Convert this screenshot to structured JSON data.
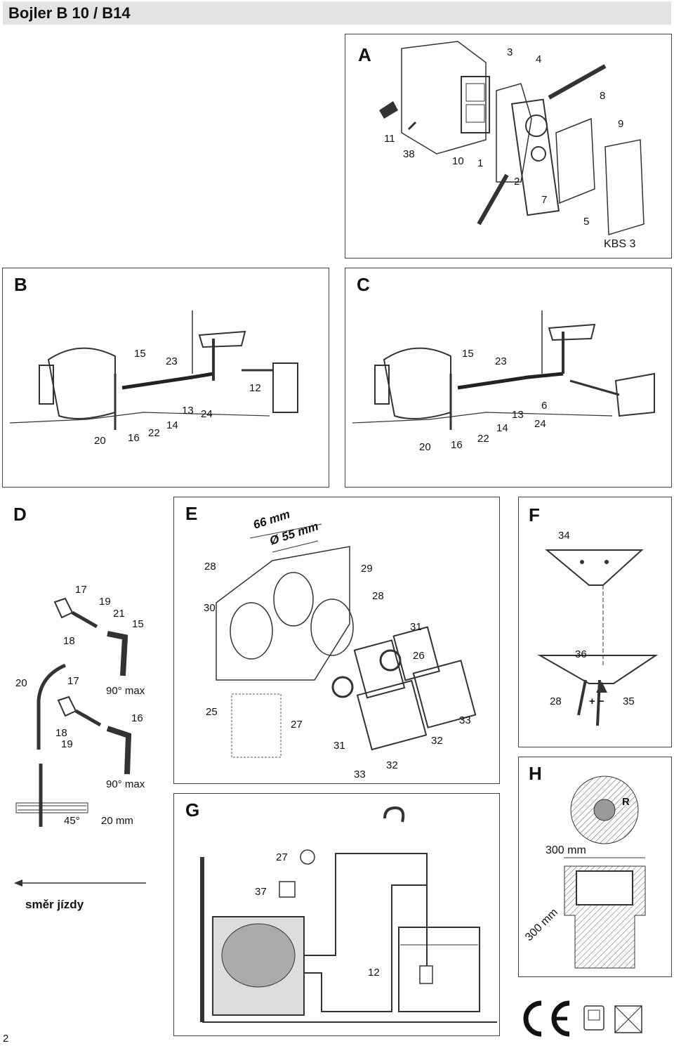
{
  "header": {
    "title": "Bojler B 10 / B14"
  },
  "panels": {
    "A": {
      "label": "A",
      "numbers": [
        "3",
        "4",
        "8",
        "9",
        "11",
        "38",
        "10",
        "1",
        "2",
        "7",
        "5"
      ],
      "caption": "KBS 3"
    },
    "B": {
      "label": "B",
      "numbers": [
        "15",
        "23",
        "12",
        "13",
        "24",
        "14",
        "22",
        "16",
        "20"
      ]
    },
    "C": {
      "label": "C",
      "numbers": [
        "15",
        "23",
        "6",
        "13",
        "24",
        "14",
        "22",
        "16",
        "20"
      ]
    },
    "D": {
      "label": "D",
      "numbers": [
        "17",
        "19",
        "21",
        "15",
        "18",
        "20",
        "17",
        "16",
        "18",
        "19"
      ],
      "angle1": "90° max",
      "angle2": "90° max",
      "cut_angle": "45°",
      "depth": "20 mm",
      "direction": "směr jízdy"
    },
    "E": {
      "label": "E",
      "dim1": "66 mm",
      "dim2": "Ø 55 mm",
      "numbers": [
        "28",
        "29",
        "28",
        "30",
        "31",
        "26",
        "25",
        "27",
        "33",
        "32",
        "31",
        "33",
        "32"
      ]
    },
    "F": {
      "label": "F",
      "numbers": [
        "34",
        "36",
        "28",
        "35"
      ],
      "polarity": "+ −"
    },
    "G": {
      "label": "G",
      "numbers": [
        "27",
        "37",
        "12"
      ]
    },
    "H": {
      "label": "H",
      "radius": "R",
      "dim1": "300 mm",
      "dim2": "300 mm"
    }
  },
  "page": {
    "number": "2"
  }
}
